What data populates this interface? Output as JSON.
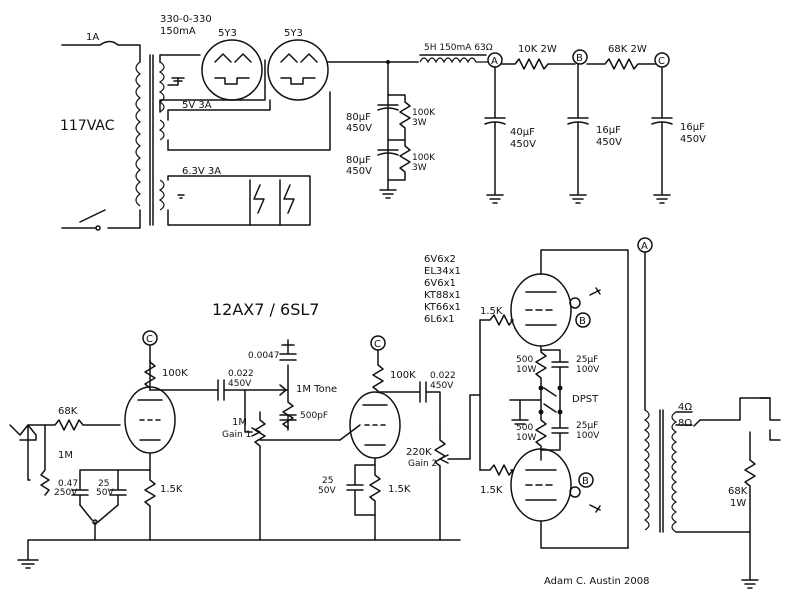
{
  "power": {
    "fuse": "1A",
    "mains": "117VAC",
    "transformer_rating_top": "330-0-330",
    "transformer_rating_bottom": "150mA",
    "rect1": "5Y3",
    "rect2": "5Y3",
    "fil5v": "5V 3A",
    "fil63": "6.3V 3A",
    "choke": "5H 150mA 63Ω",
    "r_ab": "10K 2W",
    "r_bc": "68K 2W",
    "cap1_val": "80μF",
    "cap1_volt": "450V",
    "cap2_val": "80μF",
    "cap2_volt": "450V",
    "bleed1_val": "100K",
    "bleed1_w": "3W",
    "bleed2_val": "100K",
    "bleed2_w": "3W",
    "capA_val": "40μF",
    "capA_volt": "450V",
    "capB_val": "16μF",
    "capB_volt": "450V",
    "capC_val": "16μF",
    "capC_volt": "450V"
  },
  "nodes": {
    "A": "A",
    "B": "B",
    "C": "C"
  },
  "preamp": {
    "tube_title": "12AX7 / 6SL7",
    "r_grid": "68K",
    "r_input": "1M",
    "plate1": "100K",
    "couple1_val": "0.022",
    "couple1_volt": "450V",
    "tone_cap": "0.0047",
    "tone_pot": "1M Tone",
    "tone_cap2": "500pF",
    "gain1_val": "1M",
    "gain1_name": "Gain 1",
    "bypass1_val": "0.47",
    "bypass1_volt": "250V",
    "bypass2_val": "25",
    "bypass2_volt": "50V",
    "cath1": "1.5K",
    "plate2": "100K",
    "couple2_val": "0.022",
    "couple2_volt": "450V",
    "gain2_val": "220K",
    "gain2_name": "Gain 2",
    "bypass3_val": "25",
    "bypass3_volt": "50V",
    "cath2": "1.5K"
  },
  "output": {
    "tubes": [
      "6V6x2",
      "EL34x1",
      "6V6x1",
      "KT88x1",
      "KT66x1",
      "6L6x1"
    ],
    "grid_r_top": "1.5K",
    "grid_r_bot": "1.5K",
    "cath_r_top_val": "500",
    "cath_r_top_w": "10W",
    "cath_r_bot_val": "500",
    "cath_r_bot_w": "10W",
    "cath_c_top_val": "25μF",
    "cath_c_top_volt": "100V",
    "cath_c_bot_val": "25μF",
    "cath_c_bot_volt": "100V",
    "switch": "DPST",
    "tap4": "4Ω",
    "tap8": "8Ω",
    "load_val": "68K",
    "load_w": "1W"
  },
  "credit": "Adam C. Austin 2008"
}
